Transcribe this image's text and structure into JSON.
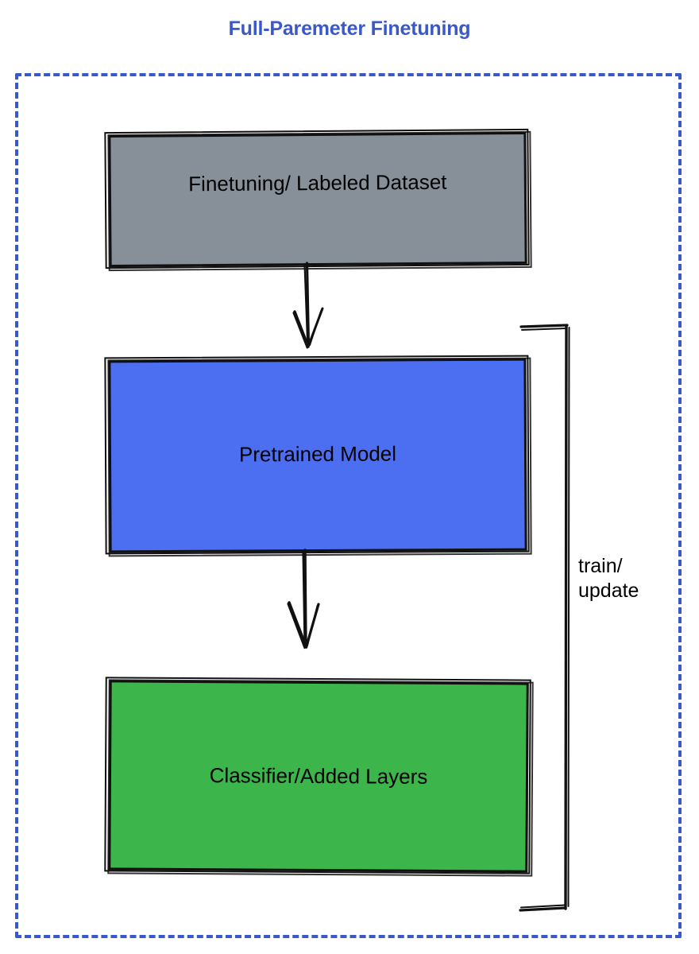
{
  "title": "Full-Paremeter Finetuning",
  "title_color": "#3a58c8",
  "container": {
    "name": "dashed-outer-container",
    "border_color": "#3a58c8",
    "border_style": "dashed"
  },
  "nodes": [
    {
      "id": "dataset",
      "label": "Finetuning/ Labeled Dataset",
      "fill": "#878f99",
      "stroke": "#111111",
      "text_color": "#000000"
    },
    {
      "id": "pretrained",
      "label": "Pretrained Model",
      "fill": "#4c6ef0",
      "stroke": "#111111",
      "text_color": "#000000"
    },
    {
      "id": "classifier",
      "label": "Classifier/Added Layers",
      "fill": "#3cb54a",
      "stroke": "#111111",
      "text_color": "#000000"
    }
  ],
  "edges": [
    {
      "id": "dataset-to-model",
      "from": "dataset",
      "to": "pretrained",
      "label": "",
      "direction": "down",
      "style": "sketch-arrow"
    },
    {
      "id": "model-to-classifier",
      "from": "pretrained",
      "to": "classifier",
      "label": "",
      "direction": "down",
      "style": "sketch-arrow"
    },
    {
      "id": "feedback-loop",
      "from": "classifier",
      "to": "pretrained",
      "label_line1": "train/",
      "label_line2": "update",
      "direction": "up",
      "style": "sketch-bracket"
    }
  ],
  "feedback": {
    "line1": "train/",
    "line2": "update"
  }
}
